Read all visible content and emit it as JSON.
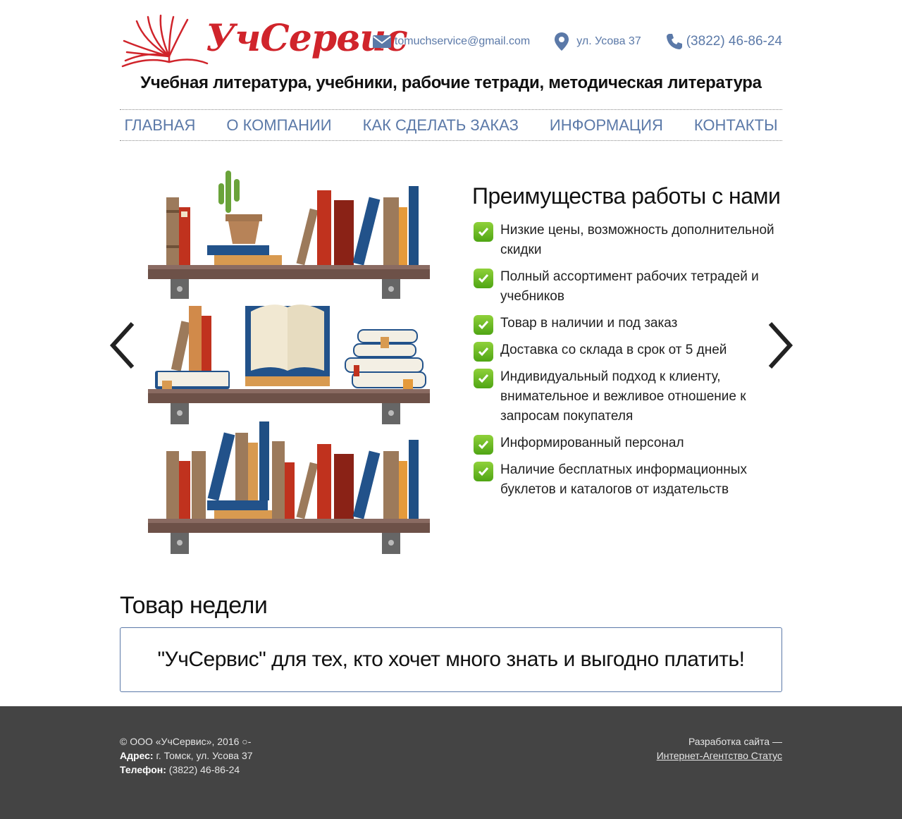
{
  "header": {
    "logo_text": "УчСервис",
    "email": "tomuchservice@gmail.com",
    "address": "ул. Усова 37",
    "phone": "(3822) 46-86-24",
    "tagline": "Учебная литература, учебники, рабочие тетради, методическая литература"
  },
  "nav": {
    "items": [
      {
        "label": "ГЛАВНАЯ"
      },
      {
        "label": "О КОМПАНИИ"
      },
      {
        "label": "КАК СДЕЛАТЬ ЗАКАЗ"
      },
      {
        "label": "ИНФОРМАЦИЯ"
      },
      {
        "label": "КОНТАКТЫ"
      }
    ]
  },
  "benefits": {
    "title": "Преимущества работы с нами",
    "items": [
      "Низкие цены, возможность дополнительной скидки",
      "Полный ассортимент рабочих тетрадей и учебников",
      "Товар в наличии и под заказ",
      "Доставка со склада в срок от 5 дней",
      "Индивидуальный подход к клиенту, внимательное и вежливое отношение к запросам покупателя",
      "Информированный персонал",
      "Наличие бесплатных информационных буклетов и каталогов от издательств"
    ]
  },
  "week": {
    "title": "Товар недели",
    "text": "\"УчСервис\" для тех, кто хочет много знать и выгодно платить!"
  },
  "footer": {
    "copyright": "© ООО «УчСервис», 2016 ○-",
    "address_label": "Адрес:",
    "address": "г. Томск, ул. Усова 37",
    "phone_label": "Телефон:",
    "phone": "(3822) 46-86-24",
    "dev_label": "Разработка сайта —",
    "dev_link": "Интернет-Агентство Статус"
  },
  "colors": {
    "brand_red": "#d0242b",
    "link_blue": "#5b79a8",
    "check_green": "#5fb31e",
    "footer_bg": "#444444"
  }
}
